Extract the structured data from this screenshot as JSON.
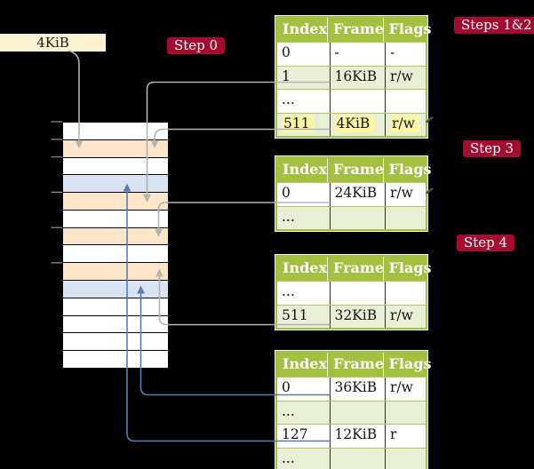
{
  "colors": {
    "background": "#000000",
    "table_header_green": "#a3c040",
    "table_row_green": "#e8efd6",
    "table_grid_green": "#aec75f",
    "frame_table_orange": "#fce5c9",
    "frame_page_blue": "#d9e4f3",
    "highlight_yellow": "#fdf7a3",
    "label_crimson": "#a30c2f",
    "pointer_box_cream": "#fdf3d3",
    "arrow_gray": "#b3b3b3",
    "arrow_blue": "#5b7cb0"
  },
  "pointer_box": {
    "label": "4KiB"
  },
  "steps": {
    "step0": "Step 0",
    "steps12": "Steps 1&2",
    "step3": "Step 3",
    "step4": "Step 4"
  },
  "memory_stack": {
    "rows": [
      "white",
      "orange",
      "white",
      "blue",
      "orange",
      "white",
      "orange",
      "white",
      "orange",
      "blue",
      "white",
      "white",
      "white",
      "white"
    ]
  },
  "tables": [
    {
      "headers": [
        "Index",
        "Frame",
        "Flags"
      ],
      "rows": [
        {
          "cells": [
            "0",
            "-",
            "-"
          ],
          "shade": false,
          "highlight": false
        },
        {
          "cells": [
            "1",
            "16KiB",
            "r/w"
          ],
          "shade": true,
          "highlight": false
        },
        {
          "cells": [
            "...",
            "",
            ""
          ],
          "shade": false,
          "highlight": false
        },
        {
          "cells": [
            "511",
            "4KiB",
            "r/w"
          ],
          "shade": true,
          "highlight": true
        }
      ]
    },
    {
      "headers": [
        "Index",
        "Frame",
        "Flags"
      ],
      "rows": [
        {
          "cells": [
            "0",
            "24KiB",
            "r/w"
          ],
          "shade": false,
          "highlight": false
        },
        {
          "cells": [
            "...",
            "",
            ""
          ],
          "shade": true,
          "highlight": false
        }
      ]
    },
    {
      "headers": [
        "Index",
        "Frame",
        "Flags"
      ],
      "rows": [
        {
          "cells": [
            "...",
            "",
            ""
          ],
          "shade": false,
          "highlight": false
        },
        {
          "cells": [
            "511",
            "32KiB",
            "r/w"
          ],
          "shade": true,
          "highlight": false
        }
      ]
    },
    {
      "headers": [
        "Index",
        "Frame",
        "Flags"
      ],
      "rows": [
        {
          "cells": [
            "0",
            "36KiB",
            "r/w"
          ],
          "shade": false,
          "highlight": false
        },
        {
          "cells": [
            "...",
            "",
            ""
          ],
          "shade": true,
          "highlight": false
        },
        {
          "cells": [
            "127",
            "12KiB",
            "r"
          ],
          "shade": false,
          "highlight": false
        },
        {
          "cells": [
            "...",
            "",
            ""
          ],
          "shade": true,
          "highlight": false
        }
      ]
    }
  ]
}
